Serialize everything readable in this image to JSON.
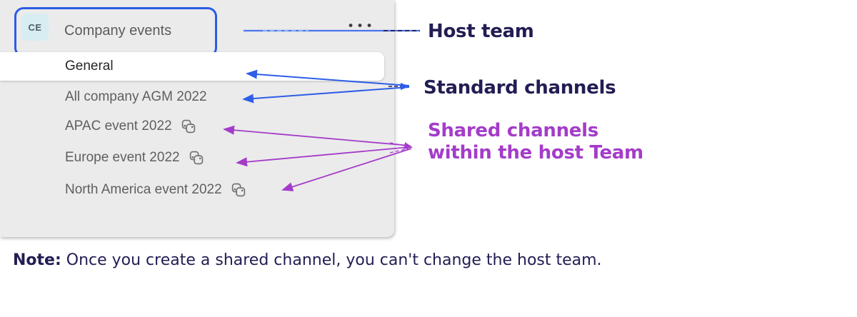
{
  "team": {
    "initials": "CE",
    "name": "Company events",
    "more_options_glyph": "•••"
  },
  "channels": [
    {
      "name": "General",
      "active": true,
      "shared": false
    },
    {
      "name": "All company AGM 2022",
      "active": false,
      "shared": false
    },
    {
      "name": "APAC event 2022",
      "active": false,
      "shared": true
    },
    {
      "name": "Europe event 2022",
      "active": false,
      "shared": true
    },
    {
      "name": "North America event 2022",
      "active": false,
      "shared": true
    }
  ],
  "annotations": {
    "host_team": {
      "label": "Host team",
      "color": "#221d53"
    },
    "standard_channels": {
      "label": "Standard channels",
      "color": "#221d53"
    },
    "shared_channels": {
      "label": "Shared channels within the host Team",
      "color": "#a43cc9"
    }
  },
  "note": {
    "prefix": "Note:",
    "body": " Once you create a shared channel, you can't change the host team."
  },
  "colors": {
    "panel_bg": "#ebebeb",
    "selected_row_bg": "#ffffff",
    "team_highlight_border": "#2b5ce5",
    "blue_arrow": "#2e5ee8",
    "dark_dash": "#23255c",
    "purple_arrow": "#a43cc9",
    "avatar_bg": "#d8edf2",
    "channel_text": "#5f5f5f"
  }
}
